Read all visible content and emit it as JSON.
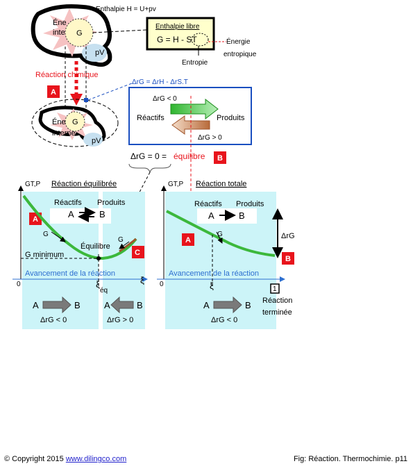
{
  "top": {
    "enthalpy_formula": "Enthalpie H = U+pv",
    "energy_label_line1": "Éne",
    "energy_label_line2": "inte",
    "g_label": "G",
    "pv_label": "pV",
    "free_enthalpy_title": "Enthalpie libre",
    "free_enthalpy_formula": "G = H - ST",
    "entropy_label": "Entropie",
    "entropic_energy_line1": "Énergie",
    "entropic_energy_line2": "entropique",
    "reaction_label": "Réaction chimique",
    "badge_a": "A",
    "energy2_line1": "Éne",
    "energy2_line2": "interne",
    "g2_label": "G",
    "pv2_label": "pV"
  },
  "delta_box": {
    "formula": "ΔrG = ΔrH - ΔrS.T",
    "lt_label": "ΔrG < 0",
    "reactants": "Réactifs",
    "products": "Produits",
    "gt_label": "ΔrG > 0",
    "equilibrium_eq": "ΔrG = 0 =",
    "equilibrium_word": "équilibre",
    "badge_b": "B"
  },
  "left_plot": {
    "y_axis": "GT,P",
    "title": "Réaction équilibrée",
    "reactants": "Réactifs",
    "products": "Produits",
    "a": "A",
    "b": "B",
    "badge_a": "A",
    "g1": "G",
    "g2": "G",
    "equilibrium": "Équilibre",
    "g_min": "G minimum",
    "badge_c": "C",
    "progress": "Avancement de la réaction",
    "origin": "0",
    "xi_eq": "ξ",
    "xi_eq_sub": "éq",
    "xi": "ξ",
    "arrow_left_a": "A",
    "arrow_left_b": "B",
    "dg_lt": "ΔrG < 0",
    "arrow_right_a": "A",
    "arrow_right_b": "B",
    "dg_gt": "ΔrG > 0"
  },
  "right_plot": {
    "y_axis": "GT,P",
    "title": "Réaction totale",
    "reactants": "Réactifs",
    "products": "Produits",
    "a": "A",
    "b": "B",
    "badge_a": "A",
    "g": "G",
    "delta_g": "ΔrG",
    "badge_b": "B",
    "progress": "Avancement de la réaction",
    "origin": "0",
    "xi": "ξ",
    "box_num": "1",
    "done_line1": "Réaction",
    "done_line2": "terminée",
    "arrow_a": "A",
    "arrow_b": "B",
    "dg_lt": "ΔrG < 0"
  },
  "footer": {
    "copyright": "© Copyright 2015",
    "site": "www.dilingco.com",
    "fig": "Fig:  Réaction. Thermochimie. p11"
  },
  "colors": {
    "badge_red": "#e8141c",
    "green_curve": "#3cb83c",
    "cyan_panel": "#ccf4f8",
    "blue_axis": "#2d6fd0"
  }
}
